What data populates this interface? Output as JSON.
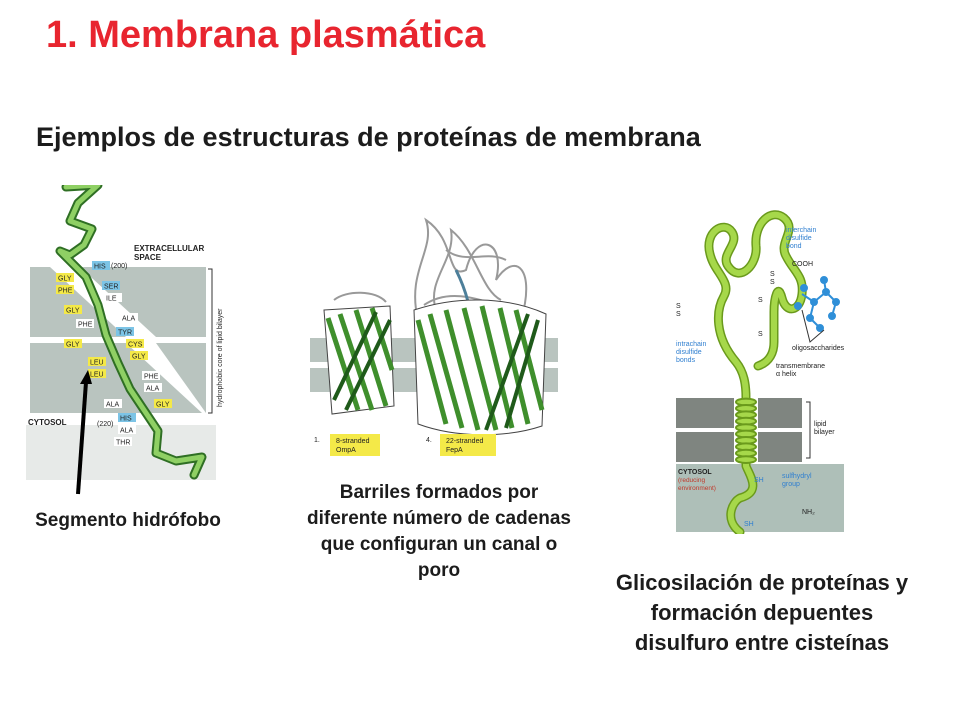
{
  "slide": {
    "title": "1. Membrana plasmática",
    "subtitle": "Ejemplos de estructuras de proteínas de membrana"
  },
  "figure1": {
    "labels": {
      "extracellular_1": "EXTRACELLULAR",
      "extracellular_2": "SPACE",
      "cytosol": "CYTOSOL",
      "his_number": "(200)",
      "thr_number": "(220)",
      "side_label": "hydrophobic core of lipid bilayer"
    },
    "residues": [
      {
        "name": "HIS",
        "color": "#7cc4e6"
      },
      {
        "name": "GLY",
        "color": "#f4e948"
      },
      {
        "name": "SER",
        "color": "#7cc4e6"
      },
      {
        "name": "PHE",
        "color": "#f4e948"
      },
      {
        "name": "ILE",
        "color": "#ffffff"
      },
      {
        "name": "GLY",
        "color": "#f4e948"
      },
      {
        "name": "PHE",
        "color": "#ffffff"
      },
      {
        "name": "ALA",
        "color": "#ffffff"
      },
      {
        "name": "TYR",
        "color": "#7cc4e6"
      },
      {
        "name": "GLY",
        "color": "#f4e948"
      },
      {
        "name": "CYS",
        "color": "#f4e948"
      },
      {
        "name": "GLY",
        "color": "#f4e948"
      },
      {
        "name": "LEU",
        "color": "#f4e948"
      },
      {
        "name": "LEU",
        "color": "#f4e948"
      },
      {
        "name": "PHE",
        "color": "#ffffff"
      },
      {
        "name": "ALA",
        "color": "#ffffff"
      },
      {
        "name": "ALA",
        "color": "#ffffff"
      },
      {
        "name": "GLY",
        "color": "#f4e948"
      },
      {
        "name": "HIS",
        "color": "#7cc4e6"
      },
      {
        "name": "ALA",
        "color": "#ffffff"
      },
      {
        "name": "THR",
        "color": "#ffffff"
      }
    ],
    "caption": "Segmento hidrófobo"
  },
  "figure2": {
    "label_1_number": "1.",
    "label_1_line1": "8-stranded",
    "label_1_line2": "OmpA",
    "label_2_number": "4.",
    "label_2_line1": "22-stranded",
    "label_2_line2": "FepA",
    "caption": "Barriles formados por diferente número de cadenas que configuran un canal o poro"
  },
  "figure3": {
    "labels": {
      "interchain_1": "interchain",
      "interchain_2": "disulfide",
      "interchain_3": "bond",
      "cooh": "COOH",
      "intrachain_1": "intrachain",
      "intrachain_2": "disulfide",
      "intrachain_3": "bonds",
      "oligosaccharides": "oligosaccharides",
      "transmembrane_1": "transmembrane",
      "transmembrane_2": "α helix",
      "lipid_1": "lipid",
      "lipid_2": "bilayer",
      "cytosol": "CYTOSOL",
      "reducing_1": "(reducing",
      "reducing_2": "environment)",
      "sh_1": "SH",
      "sulfhydryl_1": "sulfhydryl",
      "sulfhydryl_2": "group",
      "nh2": "NH₂",
      "sh_2": "SH",
      "s_1": "S",
      "s_2": "S",
      "s_3": "S",
      "s_4": "S",
      "s_5": "S",
      "s_6": "S"
    },
    "caption": "Glicosilación de proteínas y formación depuentes disulfuro entre cisteínas"
  },
  "colors": {
    "title": "#e8252f",
    "membrane": "#b9c4bf",
    "strand": "#5aa83a",
    "coil": "#8a8f8a",
    "helix_green": "#97cc3a",
    "sugar_blue": "#2f8fd8",
    "cytosol_bg": "#aebfb8",
    "label_yellow": "#f4e948"
  }
}
